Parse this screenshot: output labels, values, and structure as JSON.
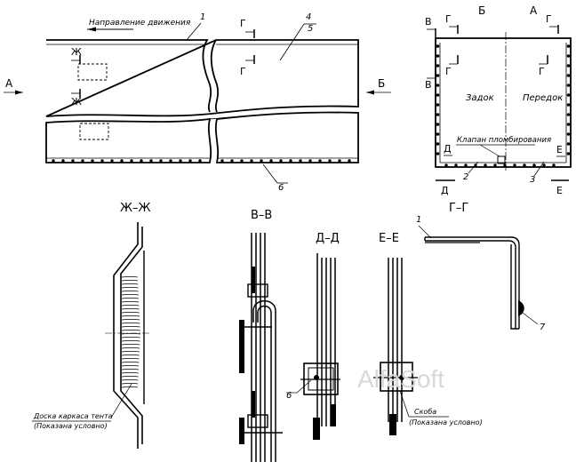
{
  "plan_view": {
    "direction_label": "Направление движения",
    "callout_1": "1",
    "callout_4": "4",
    "callout_5": "5",
    "callout_6": "6",
    "section_arrow_left": "А",
    "section_arrow_right": "Б",
    "cut_zh_top": "Ж",
    "cut_zh_bottom": "Ж",
    "cut_g_top": "Г",
    "cut_g_bottom": "Г"
  },
  "end_view": {
    "label_b": "Б",
    "label_a": "А",
    "label_v_top": "В",
    "label_v_mid": "В",
    "label_g_left": "Г",
    "label_g_right": "Г",
    "label_g_mid": "Г",
    "label_g_mid_right": "Г",
    "rear_label": "Задок",
    "front_label": "Передок",
    "seal_valve_label": "Клапан пломбирования",
    "label_d_inner": "Д",
    "label_e_inner": "Е",
    "label_d_outer": "Д",
    "label_e_outer": "Е",
    "callout_2": "2",
    "callout_3": "3",
    "section_title": "Г–Г"
  },
  "section_zh": {
    "title": "Ж–Ж",
    "note_line1": "Доска каркаса тента",
    "note_line2": "(Показана условно)"
  },
  "section_v": {
    "title": "В–В"
  },
  "section_d": {
    "title": "Д–Д",
    "callout_6": "6"
  },
  "section_e": {
    "title": "Е–Е",
    "note_line1": "Скоба",
    "note_line2": "(Показана условно)"
  },
  "profile_detail": {
    "callout_1": "1",
    "callout_7": "7"
  },
  "watermark": "AlfaSoft"
}
